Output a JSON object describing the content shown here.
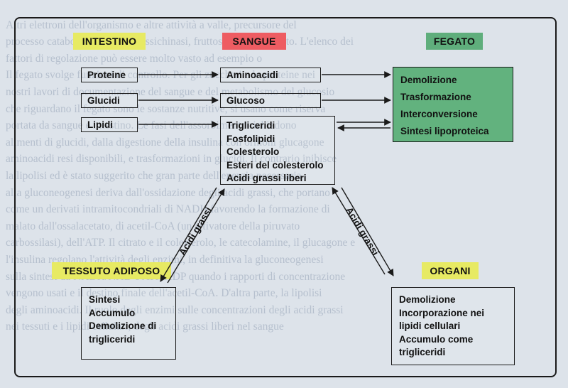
{
  "background_text": [
    "",
    "Altri elettroni dell'organismo e altre attività a valle, precursore del",
    "processo catabolico. PEP, carbossichinasi, fruttosio 1,6-bisfosfato. L'elenco dei",
    "fattori di regolazione può essere molto vasto ad esempio o",
    "Il fegato svolge funzioni di controllo. Per gli zuccheri e le proteine nei",
    "nostri lavori di documentazione del sangue e del metabolismo del glucosio",
    "che riguardano il fegato sono le sostanze nutritive, si usano come riserva",
    "portata da sangue e intestino. Le fasi dell'assorbimento richiedono",
    "alimenti di glucidi, dalla digestione della insulina con ormoni glucagone",
    "aminoacidi resi disponibili, e trasformazioni in glucidi. Il contrario inibisce",
    "la lipolisi ed è stato suggerito che gran parte dell'energia necessaria",
    "alla gluconeogenesi deriva dall'ossidazione degli acidi grassi, che portano",
    "come un derivati intramitocondriali di NADH favorendo la formazione di",
    "malato dall'ossalacetato, di acetil-CoA (un attivatore della piruvato",
    "carbossilasi), dell'ATP. Il citrato e il colesterolo, le catecolamine, il glucagone e",
    "l'insulina regolano l'attività degli enzimi, in definitiva la gluconeogenesi",
    "sulla sintesi da NADH/NAD e ATP/ADP quando i rapporti di concentrazione",
    "vengono usati e il destino finale dell'acetil-CoA. D'altra parte, la lipolisi",
    "degli aminoacidi. Il ruolo degli enzimi sulle concentrazioni degli acidi grassi",
    "nei tessuti e i lipidi cellulari, degli acidi grassi liberi nel sangue"
  ],
  "headers": {
    "intestino": "INTESTINO",
    "sangue": "SANGUE",
    "fegato": "FEGATO",
    "tessuto_adiposo": "TESSUTO ADIPOSO",
    "organi": "ORGANI"
  },
  "intestino_items": [
    "Proteine",
    "Glucidi",
    "Lipidi"
  ],
  "sangue_items": {
    "aminoacidi": "Aminoacidi",
    "glucosio": "Glucoso",
    "lipidi": [
      "Trigliceridi",
      "Fosfolipidi",
      "Colesterolo",
      "Esteri del colesterolo",
      "Acidi grassi liberi"
    ]
  },
  "fegato_items": [
    "Demolizione",
    "Trasformazione",
    "Interconversione",
    "Sintesi lipoproteica"
  ],
  "adiposo_items": [
    "Sintesi",
    "Accumulo",
    "Demolizione di",
    "trigliceridi"
  ],
  "organi_items": [
    "Demolizione",
    "Incorporazione nei",
    "lipidi cellulari",
    "Accumulo come",
    "trigliceridi"
  ],
  "arrow_labels": {
    "left": "Acidi grassi",
    "right": "Acidi grassi"
  },
  "colors": {
    "yellow": "#e7ea63",
    "red": "#ee5c62",
    "green": "#5fae7c",
    "green_box": "#62b27e",
    "background": "#dde3ea"
  }
}
